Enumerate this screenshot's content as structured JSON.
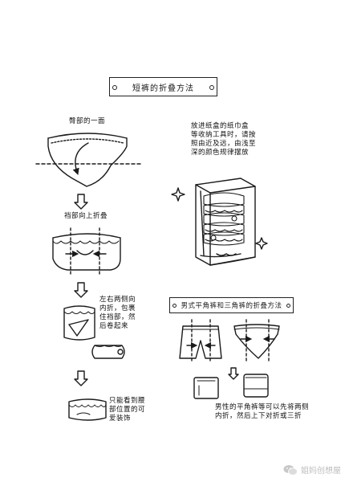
{
  "title": "短裤的折叠方法",
  "labels": {
    "back_side": "臀部的一面",
    "fold_up": "裆部向上折叠",
    "fold_sides": [
      "左右两侧向",
      "内折，包裹",
      "住裆部，然",
      "后卷起来"
    ],
    "storage_tip": [
      "放进纸盒的纸巾盒",
      "等收纳工具时，请按",
      "照由近及远，由浅至",
      "深的颜色规律摆放"
    ],
    "waist_visible": [
      "只能看到腰",
      "部位置的可",
      "爱装饰"
    ],
    "men_note": [
      "男性的平角裤等可以先将两侧",
      "内折，然后上下对折或三折"
    ]
  },
  "men_section_title": "男式平角裤和三角裤的折叠方法",
  "watermark": {
    "icon": "wechat-icon",
    "text": "姐妈创想屋"
  },
  "colors": {
    "ink": "#1a1a1a",
    "watermark": "#bdbdbd"
  }
}
